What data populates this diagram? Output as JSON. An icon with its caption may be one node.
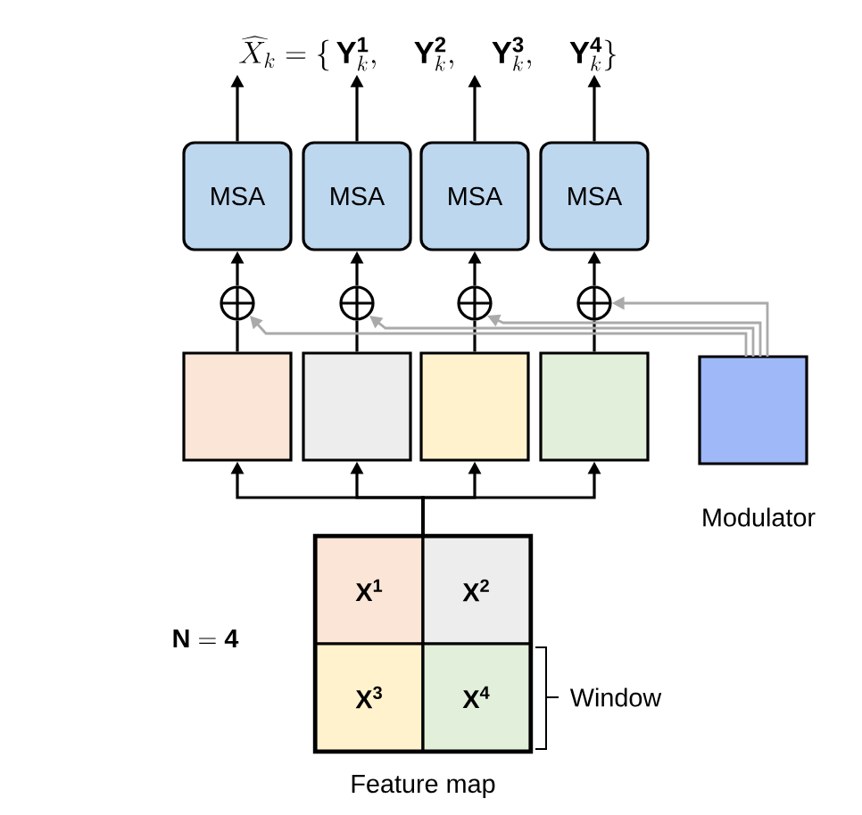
{
  "diagram": {
    "nodes": [
      {
        "text": [],
        "shape": "box",
        "beside": [
          "Feature map"
        ]
      },
      {
        "text": [
          "\\mathbf{X}^{\\mathbf{1}}"
        ],
        "in": 0
      },
      {
        "text": [
          "\\mathbf{X}^{\\mathbf{2}}"
        ],
        "in": 0
      },
      {
        "text": [
          "\\mathbf{X}^{\\mathbf{3}}"
        ],
        "in": 0
      },
      {
        "text": [
          "\\mathbf{X}^{\\mathbf{4}}"
        ],
        "in": 0
      },
      {
        "text": [],
        "shape": "box"
      },
      {
        "text": [],
        "shape": "box"
      },
      {
        "text": [],
        "shape": "box"
      },
      {
        "text": [],
        "shape": "box"
      },
      {
        "text": [],
        "shape": "box",
        "beside": [
          "Modulator"
        ]
      },
      {
        "text": [],
        "shape": "circle"
      },
      {
        "text": [],
        "shape": "circle"
      },
      {
        "text": [],
        "shape": "circle"
      },
      {
        "text": [],
        "shape": "circle"
      },
      {
        "text": [
          "MSA"
        ]
      },
      {
        "text": [
          "MSA"
        ]
      },
      {
        "text": [
          "MSA"
        ]
      },
      {
        "text": [
          "MSA"
        ]
      },
      {
        "text": [
          "\\widehat{X}_k = \\{\\, \\mathbf{Y}_k^{\\mathbf{1}},\\quad \\mathbf{Y}_k^{\\mathbf{2}},\\quad \\mathbf{Y}_k^{\\mathbf{3}},\\quad \\mathbf{Y}_k^{\\mathbf{4}} \\}"
        ]
      }
    ],
    "edges": [
      {
        "from": 0,
        "to": 5,
        "arrow": "to"
      },
      {
        "from": 0,
        "to": 6,
        "arrow": "to"
      },
      {
        "from": 0,
        "to": 7,
        "arrow": "to"
      },
      {
        "from": 0,
        "to": 8,
        "arrow": "to"
      },
      {
        "from": 5,
        "to": 10,
        "arrow": "none"
      },
      {
        "from": 6,
        "to": 11,
        "arrow": "none"
      },
      {
        "from": 7,
        "to": 12,
        "arrow": "none"
      },
      {
        "from": 8,
        "to": 13,
        "arrow": "none"
      },
      {
        "from": 10,
        "to": 14,
        "arrow": "to"
      },
      {
        "from": 11,
        "to": 15,
        "arrow": "to"
      },
      {
        "from": 12,
        "to": 16,
        "arrow": "to"
      },
      {
        "from": 13,
        "to": 17,
        "arrow": "to"
      },
      {
        "from": 14,
        "to": 18,
        "arrow": "to"
      },
      {
        "from": 15,
        "to": 18,
        "arrow": "to"
      },
      {
        "from": 16,
        "to": 18,
        "arrow": "to"
      },
      {
        "from": 17,
        "to": 18,
        "arrow": "to"
      },
      {
        "from": 9,
        "to": 10,
        "arrow": "to",
        "color": "#aaaaaa"
      },
      {
        "from": 9,
        "to": 11,
        "arrow": "to",
        "color": "#aaaaaa"
      },
      {
        "from": 9,
        "to": 12,
        "arrow": "to",
        "color": "#aaaaaa"
      },
      {
        "from": 9,
        "to": 13,
        "arrow": "to",
        "color": "#aaaaaa"
      }
    ],
    "labels": [
      "\\mathbf{N} = \\mathbf{4}",
      "Window"
    ]
  }
}
